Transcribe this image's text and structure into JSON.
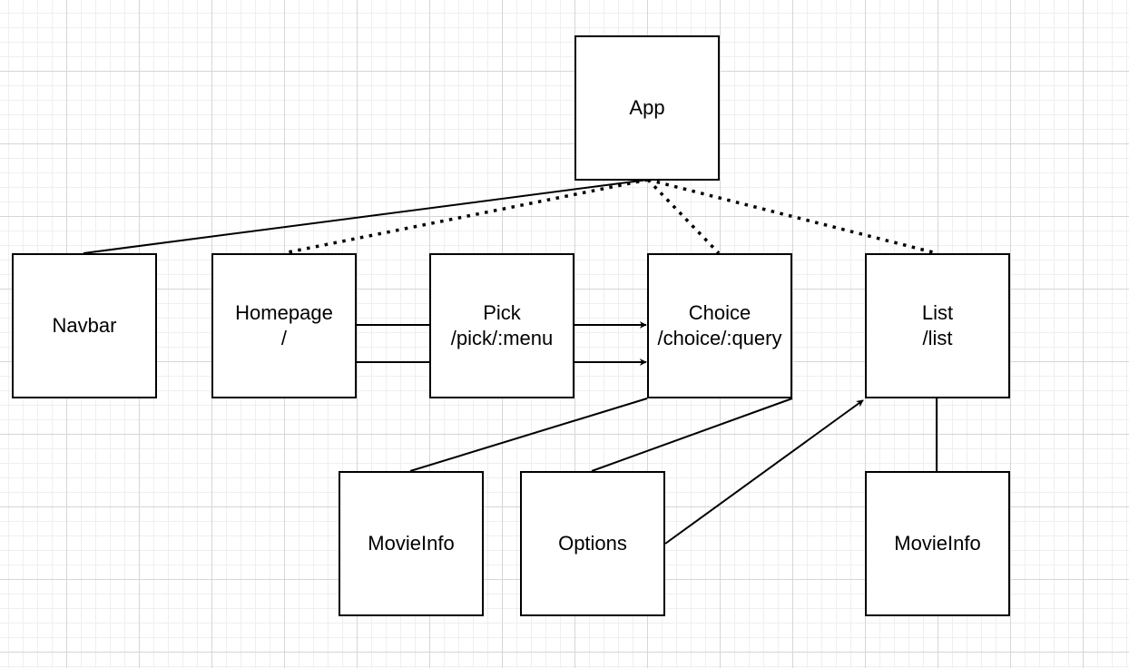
{
  "diagram": {
    "nodes": {
      "app": {
        "label": "App"
      },
      "navbar": {
        "label": "Navbar"
      },
      "homepage": {
        "label": "Homepage\n/"
      },
      "pick": {
        "label": "Pick\n/pick/:menu"
      },
      "choice": {
        "label": "Choice\n/choice/:query"
      },
      "list": {
        "label": "List\n/list"
      },
      "movieinfo_choice": {
        "label": "MovieInfo"
      },
      "options": {
        "label": "Options"
      },
      "movieinfo_list": {
        "label": "MovieInfo"
      }
    },
    "edges": [
      {
        "from": "app",
        "to": "navbar",
        "style": "solid",
        "arrow": false
      },
      {
        "from": "app",
        "to": "homepage",
        "style": "dotted",
        "arrow": false
      },
      {
        "from": "app",
        "to": "choice",
        "style": "dotted",
        "arrow": false
      },
      {
        "from": "app",
        "to": "list",
        "style": "dotted",
        "arrow": false
      },
      {
        "from": "homepage",
        "to": "pick",
        "style": "solid",
        "arrow": false
      },
      {
        "from": "pick",
        "to": "choice",
        "style": "solid",
        "arrow": true
      },
      {
        "from": "homepage",
        "to": "choice",
        "style": "solid",
        "arrow": true
      },
      {
        "from": "choice",
        "to": "movieinfo_choice",
        "style": "solid",
        "arrow": false
      },
      {
        "from": "choice",
        "to": "options",
        "style": "solid",
        "arrow": false
      },
      {
        "from": "options",
        "to": "list",
        "style": "solid",
        "arrow": true
      },
      {
        "from": "list",
        "to": "movieinfo_list",
        "style": "solid",
        "arrow": false
      }
    ],
    "colors": {
      "stroke": "#000000",
      "fill": "#ffffff",
      "grid": "#d6d6d6"
    }
  }
}
